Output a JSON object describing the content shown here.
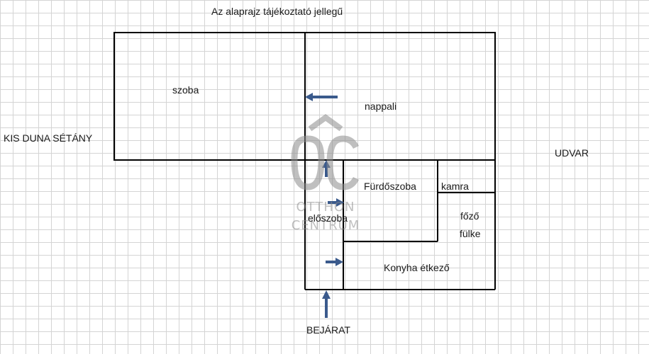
{
  "title": "Az alaprajz tájékoztató jellegű",
  "rooms": {
    "szoba": "szoba",
    "nappali": "nappali",
    "furdoszoba": "Fürdőszoba",
    "kamra": "kamra",
    "fozo_line1": "főző",
    "fozo_line2": "fülke",
    "eloszoba": "előszoba",
    "konyha": "Konyha étkező"
  },
  "outside": {
    "street": "KIS DUNA SÉTÁNY",
    "yard": "UDVAR",
    "entrance": "BEJÁRAT"
  },
  "watermark": {
    "logo": "ÔC",
    "line1": "OTTHON",
    "line2": "CENTRUM"
  },
  "colors": {
    "arrow": "#3a5a8c",
    "wall": "#000000",
    "watermark": "#8c8c8c"
  }
}
